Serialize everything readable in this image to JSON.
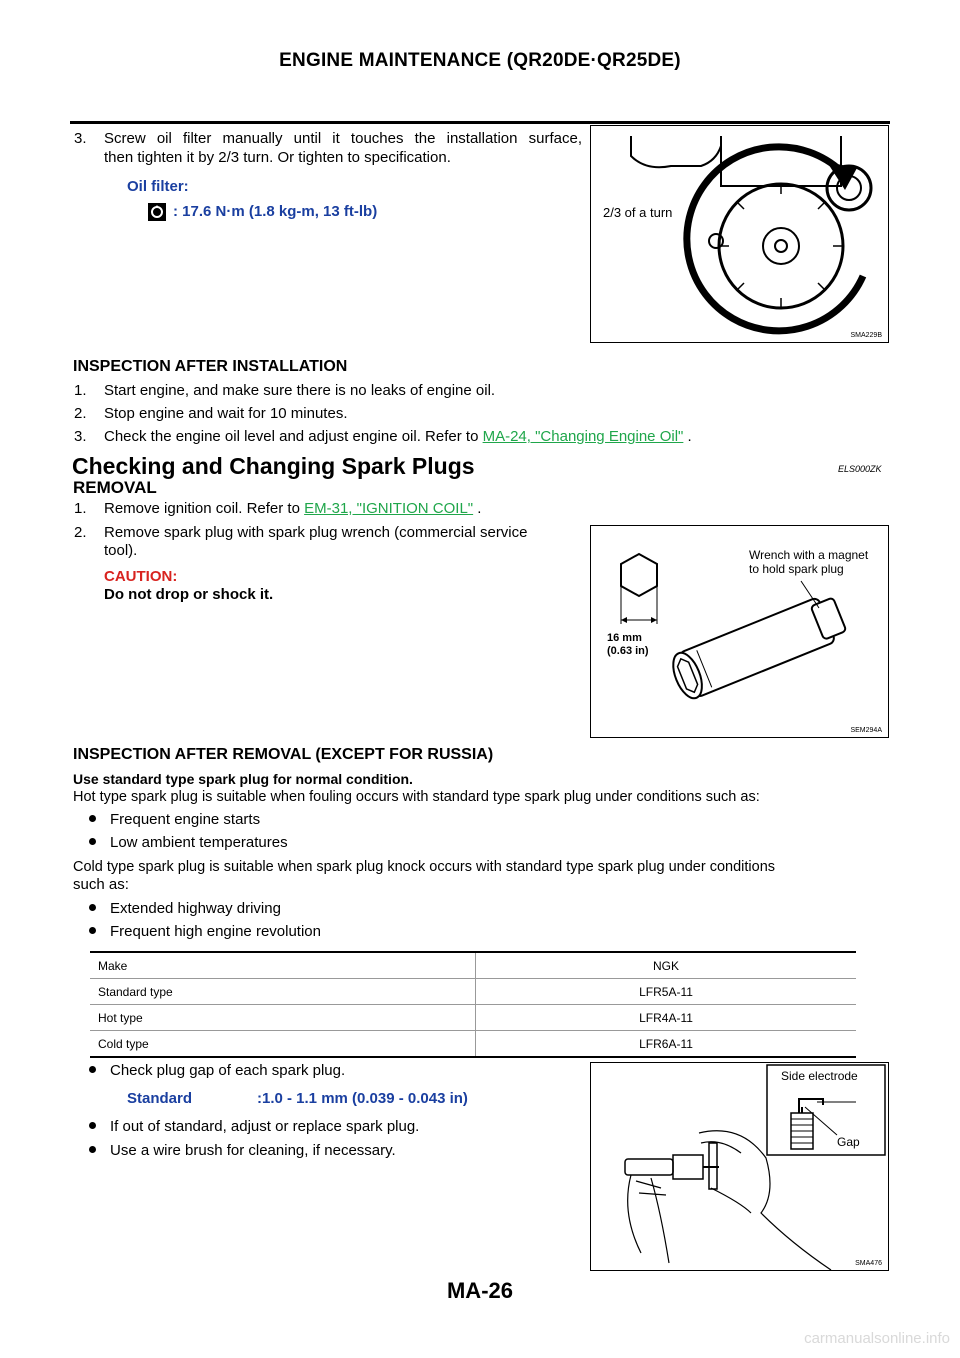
{
  "header": {
    "title": "ENGINE MAINTENANCE (QR20DE·QR25DE)"
  },
  "step3": {
    "num": "3.",
    "line1": "Screw oil filter manually until it touches the installation surface,",
    "line2": "then tighten it by 2/3 turn. Or tighten to specification.",
    "spec_label": "Oil filter:",
    "spec_value": ": 17.6 N·m (1.8 kg-m, 13 ft-lb)"
  },
  "fig1": {
    "caption": "2/3 of a turn",
    "code": "SMA229B"
  },
  "inspection_after_install": {
    "heading": "INSPECTION AFTER INSTALLATION",
    "items": [
      {
        "num": "1.",
        "text": "Start engine, and make sure there is no leaks of engine oil."
      },
      {
        "num": "2.",
        "text": "Stop engine and wait for 10 minutes."
      }
    ],
    "item3_num": "3.",
    "item3_text": "Check the engine oil level and adjust engine oil. Refer to",
    "item3_link": "MA-24, \"Changing Engine Oil\"",
    "item3_tail": "."
  },
  "spark_section": {
    "title": "Checking and Changing Spark Plugs",
    "code": "ELS000ZK",
    "removal_heading": "REMOVAL",
    "step1_num": "1.",
    "step1_text": "Remove ignition coil. Refer to",
    "step1_link": "EM-31, \"IGNITION COIL\"",
    "step1_tail": ".",
    "step2_num": "2.",
    "step2_line1": "Remove spark plug with spark plug wrench (commercial service",
    "step2_line2": "tool).",
    "caution_label": "CAUTION:",
    "caution_text": "Do not drop or shock it."
  },
  "fig2": {
    "label1": "Wrench with a magnet",
    "label2": "to hold spark plug",
    "size1": "16 mm",
    "size2": "(0.63 in)",
    "code": "SEM294A"
  },
  "inspection_after_removal": {
    "heading": "INSPECTION AFTER REMOVAL (EXCEPT FOR RUSSIA)",
    "bold_line": "Use standard type spark plug for normal condition.",
    "hot_text": "Hot type spark plug is suitable when fouling occurs with standard type spark plug under conditions such as:",
    "hot_bullets": [
      "Frequent engine starts",
      "Low ambient temperatures"
    ],
    "cold_line1": "Cold type spark plug is suitable when spark plug knock occurs with standard type spark plug under conditions",
    "cold_line2": "such as:",
    "cold_bullets": [
      "Extended highway driving",
      "Frequent high engine revolution"
    ]
  },
  "plug_table": {
    "rows": [
      [
        "Make",
        "NGK"
      ],
      [
        "Standard type",
        "LFR5A-11"
      ],
      [
        "Hot type",
        "LFR4A-11"
      ],
      [
        "Cold type",
        "LFR6A-11"
      ]
    ]
  },
  "gap_section": {
    "bullet1": "Check plug gap of each spark plug.",
    "standard_label": "Standard",
    "standard_value": ":1.0 - 1.1 mm (0.039 - 0.043 in)",
    "bullet2": "If out of standard, adjust or replace spark plug.",
    "bullet3": "Use a wire brush for cleaning, if necessary."
  },
  "fig3": {
    "label1": "Side electrode",
    "label2": "Gap",
    "code": "SMA476"
  },
  "footer": {
    "page": "MA-26",
    "watermark": "carmanualsonline.info"
  }
}
